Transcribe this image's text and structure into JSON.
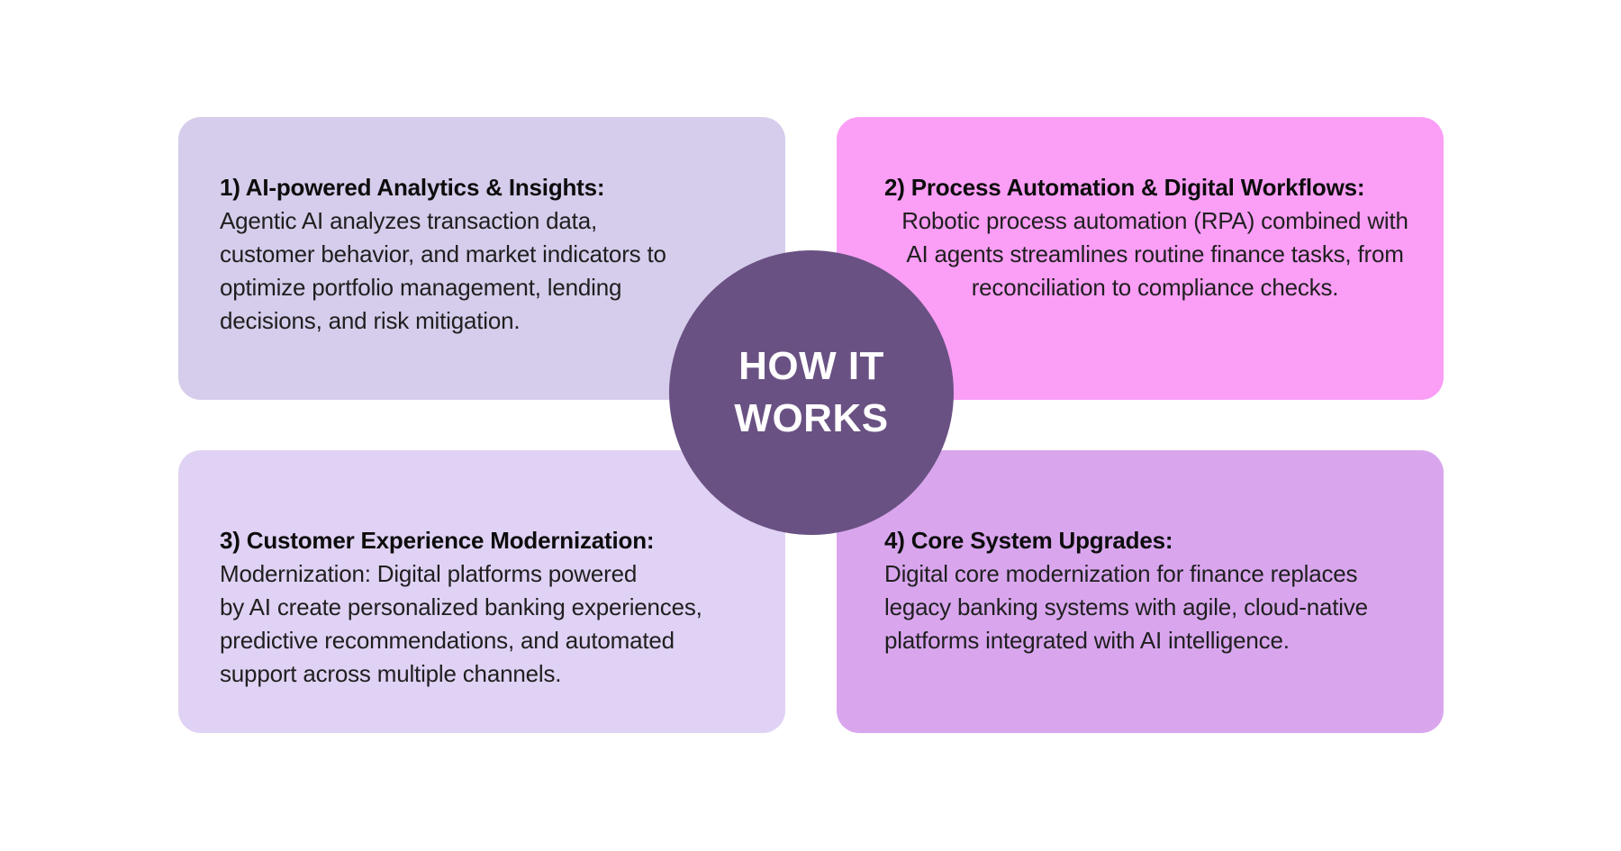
{
  "page": {
    "background_color": "#ffffff",
    "title_text_color": "#0d0d0d",
    "body_text_color": "#1f1f1f"
  },
  "center_badge": {
    "label": "HOW IT\nWORKS",
    "background_color": "#6a5183",
    "text_color": "#ffffff"
  },
  "panels": [
    {
      "number": "1",
      "title": "1) AI-powered Analytics & Insights:",
      "body": "Agentic AI analyzes transaction data,\ncustomer behavior, and market indicators to\noptimize portfolio management, lending\ndecisions, and risk mitigation.",
      "background_color": "#d6cceb",
      "body_align": "left"
    },
    {
      "number": "2",
      "title": "2) Process Automation & Digital Workflows:",
      "body": "Robotic process automation (RPA) combined with\nAI agents streamlines routine finance tasks, from\nreconciliation to compliance checks.",
      "background_color": "#fb9ef6",
      "body_align": "center"
    },
    {
      "number": "3",
      "title": "3) Customer Experience Modernization:",
      "body": "Modernization: Digital platforms powered\nby AI create personalized banking experiences,\npredictive recommendations, and automated\nsupport across multiple channels.",
      "background_color": "#e0d2f4",
      "body_align": "left"
    },
    {
      "number": "4",
      "title": "4) Core System Upgrades:",
      "body": "Digital core modernization for finance replaces\nlegacy banking systems with agile, cloud-native\nplatforms integrated with AI intelligence.",
      "background_color": "#d9a6ee",
      "body_align": "left"
    }
  ]
}
